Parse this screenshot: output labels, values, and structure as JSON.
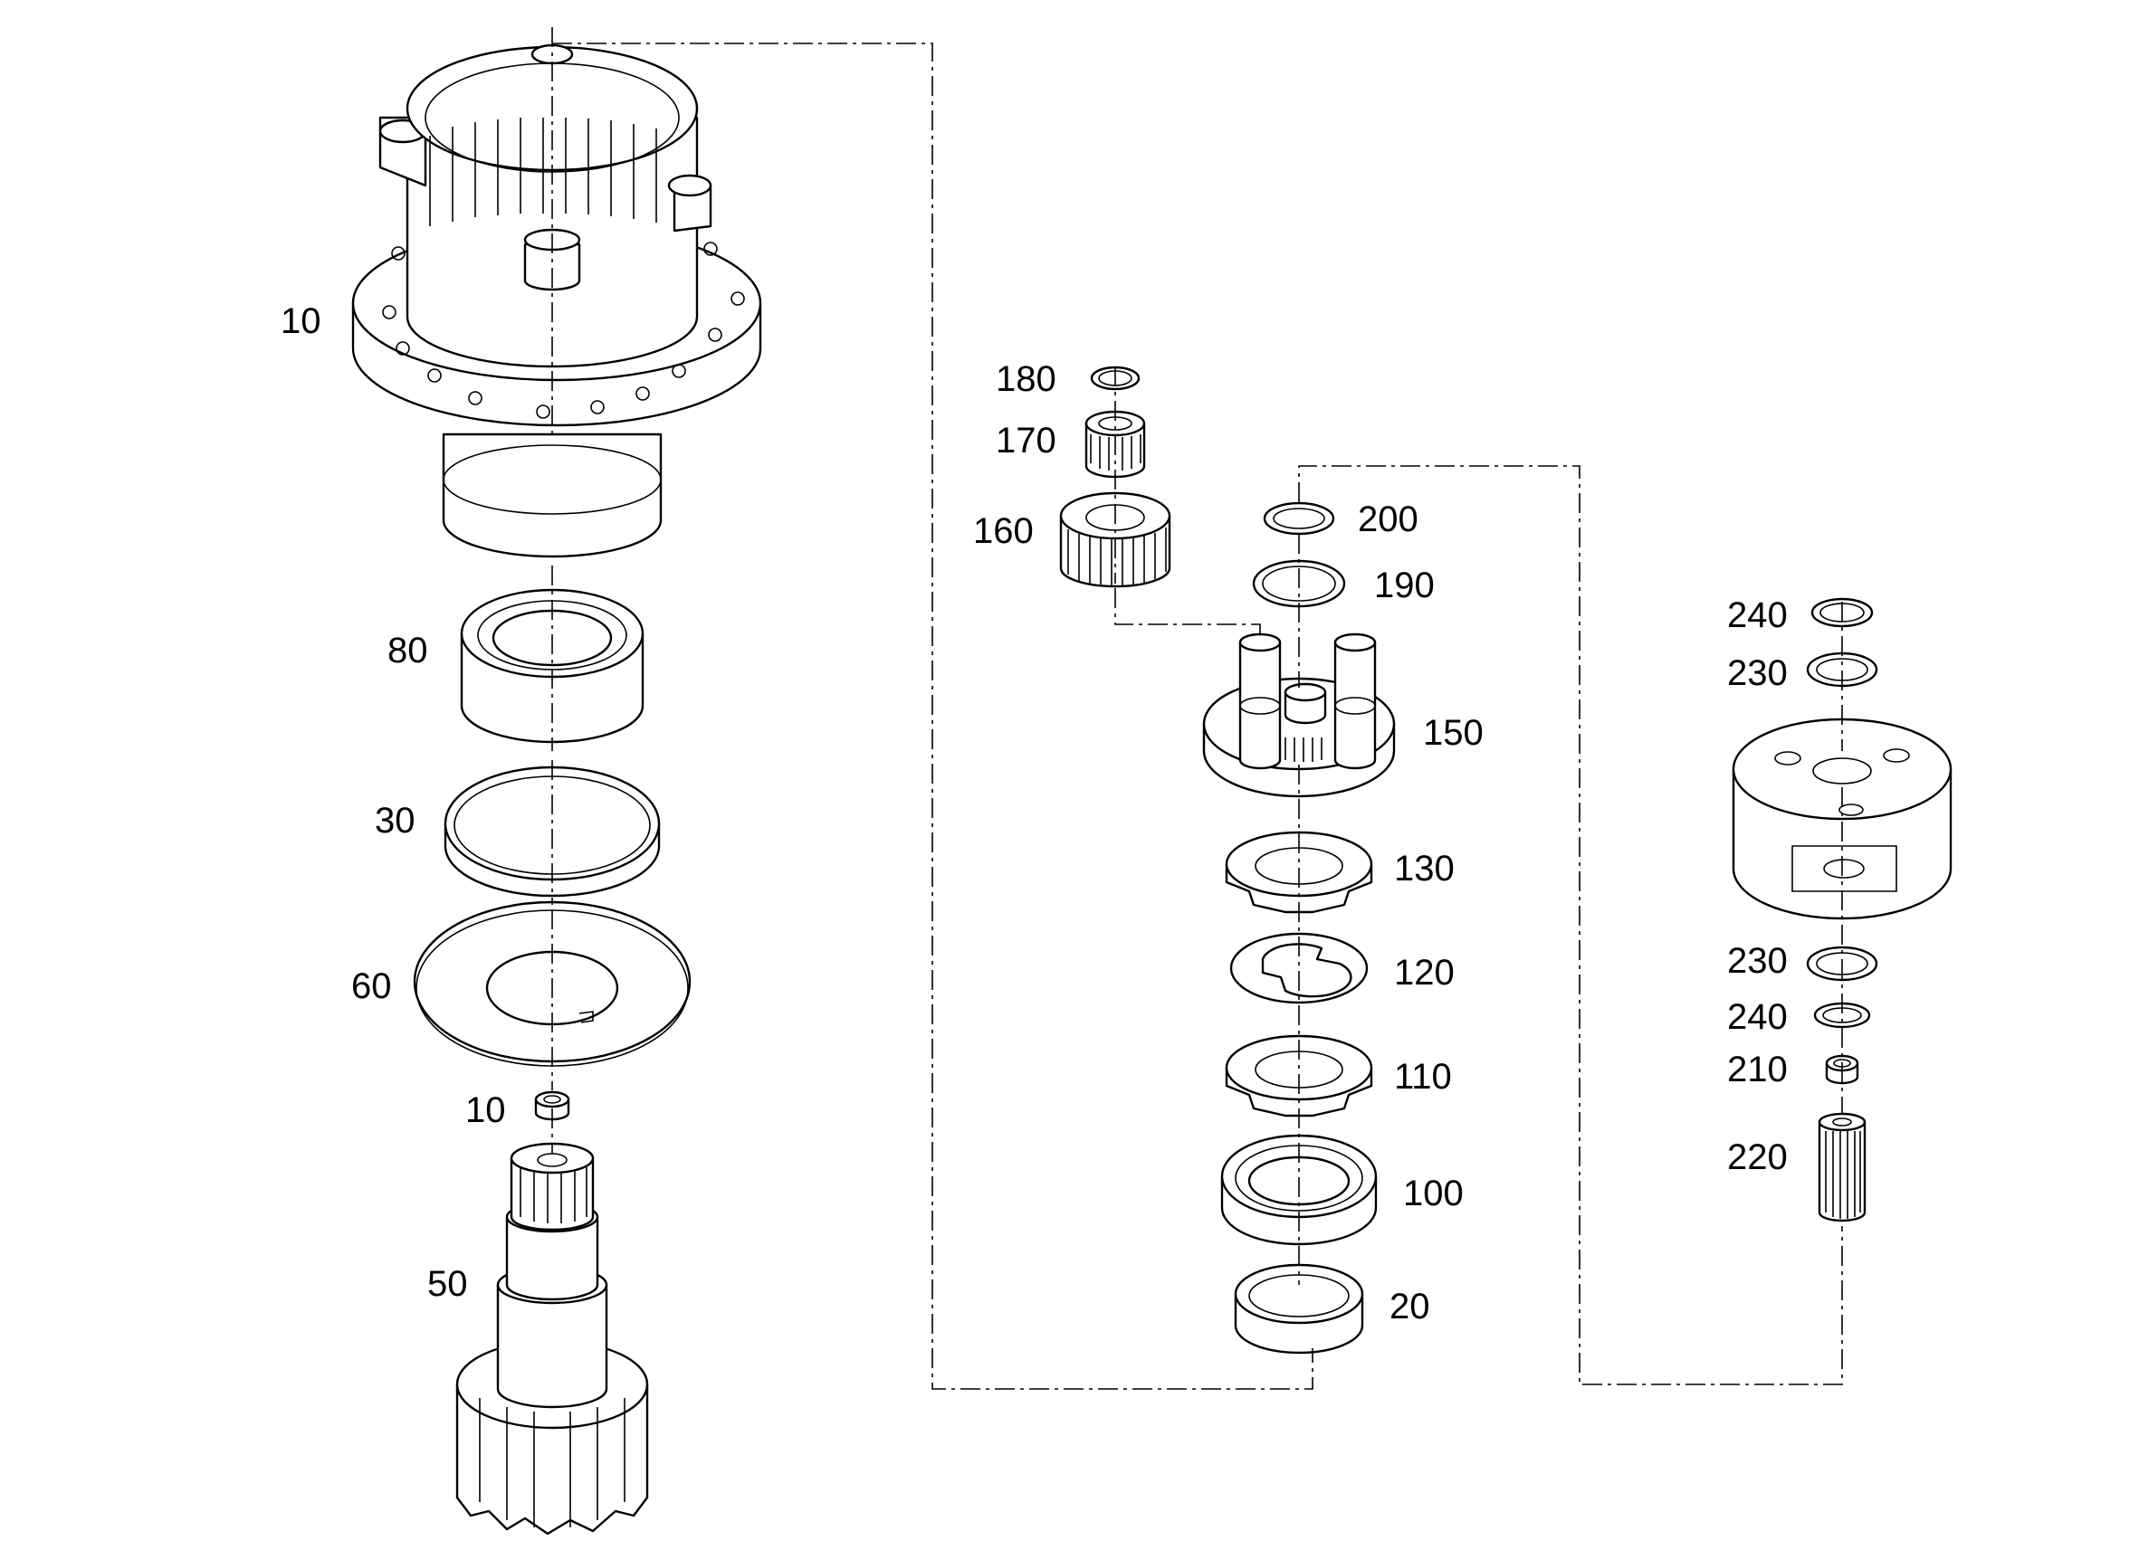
{
  "diagram": {
    "callouts": {
      "c10a": "10",
      "c80": "80",
      "c30": "30",
      "c60": "60",
      "c10b": "10",
      "c50": "50",
      "c180": "180",
      "c170": "170",
      "c160": "160",
      "c200": "200",
      "c190": "190",
      "c150": "150",
      "c130": "130",
      "c120": "120",
      "c110": "110",
      "c100": "100",
      "c20": "20",
      "c240a": "240",
      "c230a": "230",
      "c230b": "230",
      "c240b": "240",
      "c210": "210",
      "c220": "220"
    }
  }
}
